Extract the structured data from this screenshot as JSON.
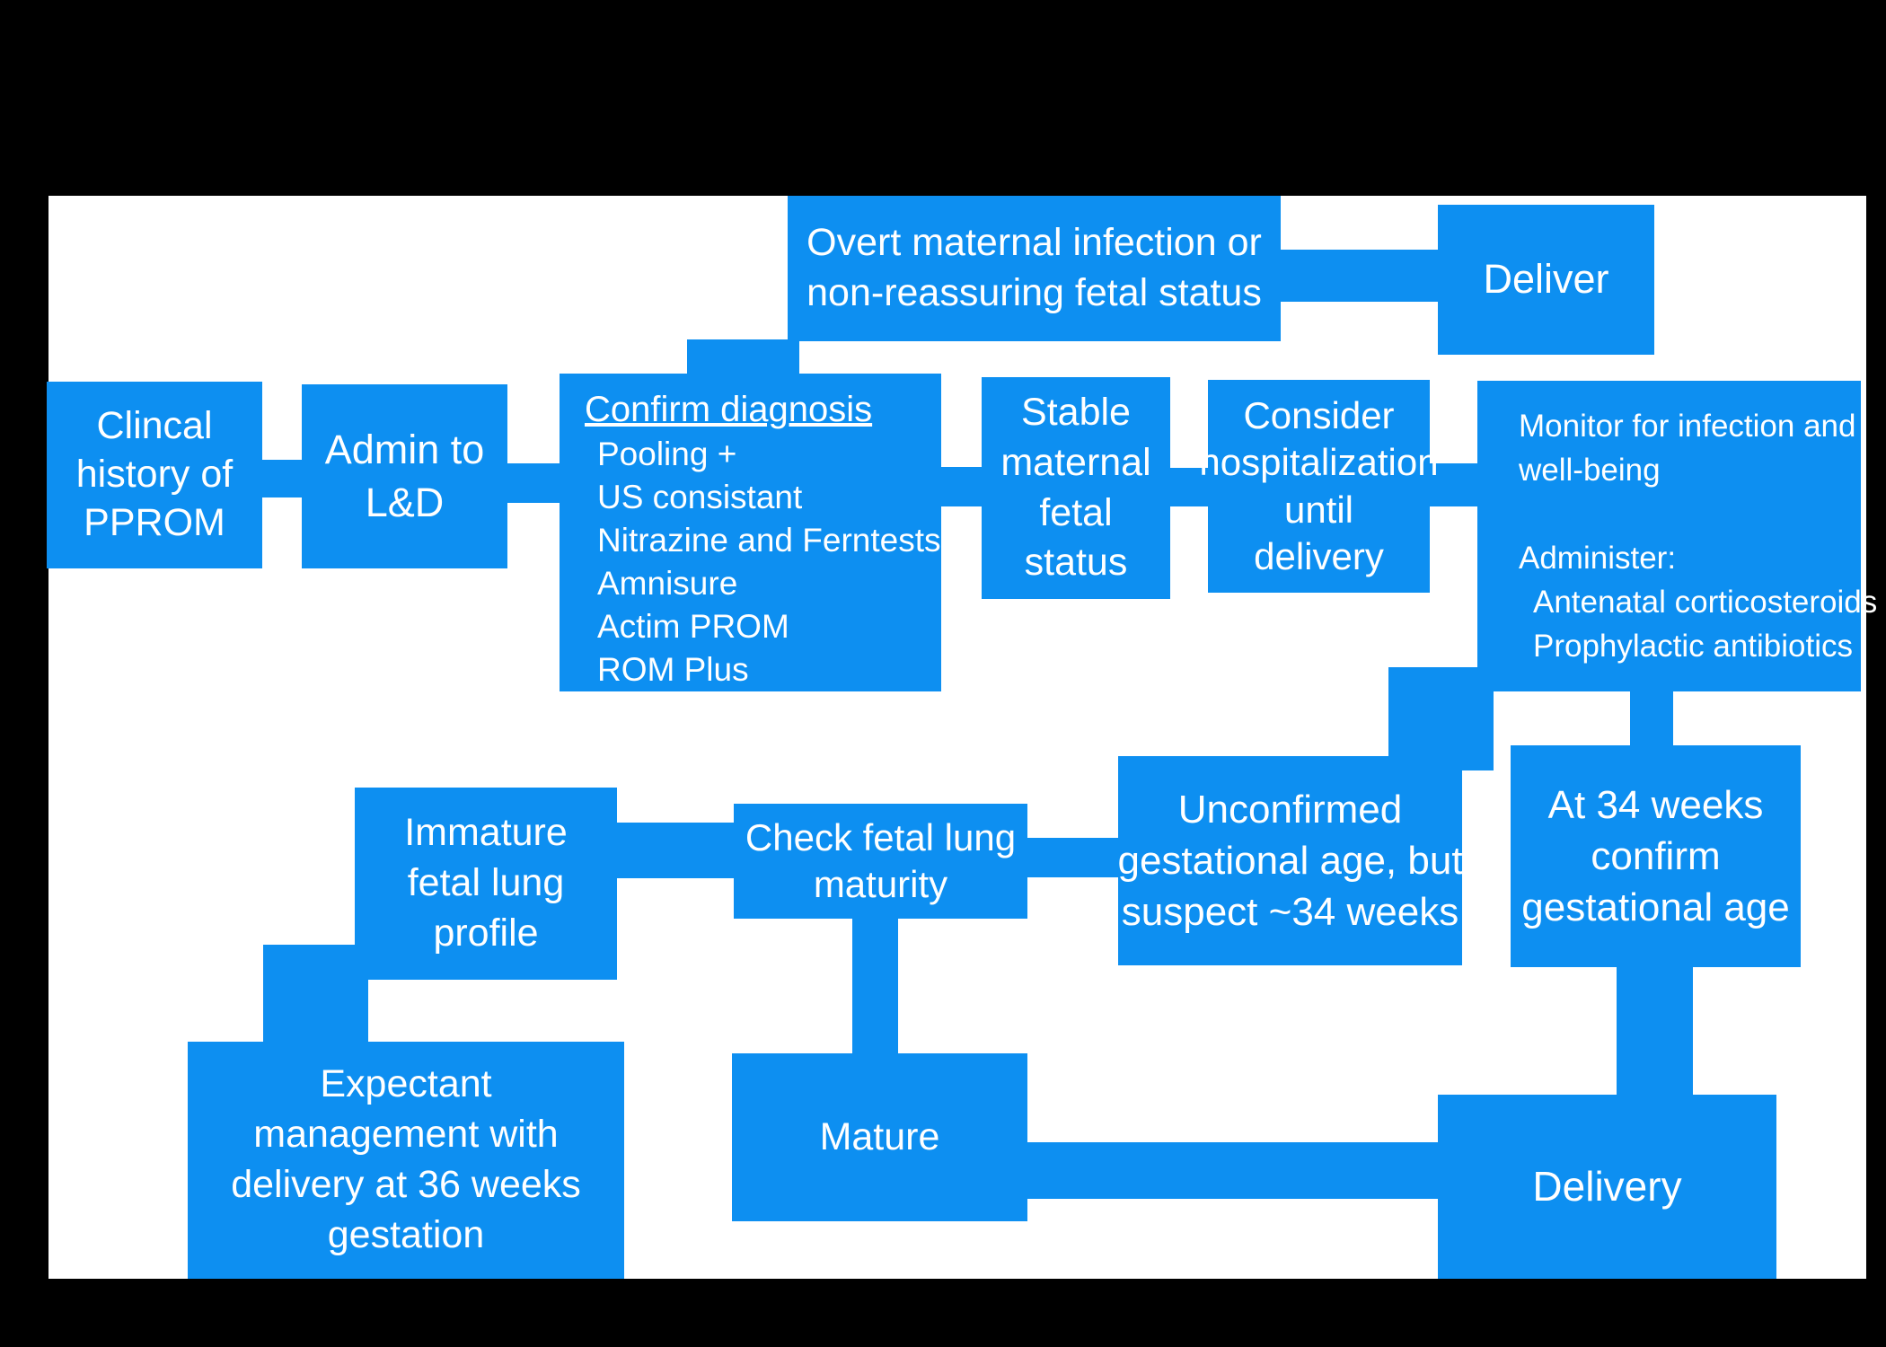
{
  "diagram": {
    "colors": {
      "background": "#000000",
      "canvas": "#ffffff",
      "box_fill": "#0d8ff1",
      "box_text": "#ffffff"
    },
    "boxes": {
      "clinical_history": {
        "lines": [
          "Clincal",
          "history of",
          "PPROM"
        ]
      },
      "admit": {
        "lines": [
          "Admin to",
          "L&D"
        ]
      },
      "confirm_diagnosis": {
        "title": "Confirm diagnosis",
        "items": [
          "Pooling +",
          "US consistant",
          "Nitrazine and Ferntests",
          "Amnisure",
          "Actim PROM",
          "ROM Plus"
        ]
      },
      "overt_infection": {
        "lines": [
          "Overt maternal infection or",
          "non-reassuring fetal status"
        ]
      },
      "deliver": {
        "label": "Deliver"
      },
      "stable_status": {
        "lines": [
          "Stable",
          "maternal",
          "fetal",
          "status"
        ]
      },
      "consider_hospitalization": {
        "lines": [
          "Consider",
          "hospitalization",
          "until",
          "delivery"
        ]
      },
      "monitor": {
        "lines": [
          "Monitor for infection and",
          "well-being",
          "",
          "Administer:",
          "Antenatal corticosteroids",
          "Prophylactic antibiotics"
        ]
      },
      "immature_lung": {
        "lines": [
          "Immature",
          "fetal lung",
          "profile"
        ]
      },
      "check_lung": {
        "lines": [
          "Check fetal lung",
          "maturity"
        ]
      },
      "unconfirmed_age": {
        "lines": [
          "Unconfirmed",
          "gestational age, but",
          "suspect ~34 weeks"
        ]
      },
      "at_34_weeks": {
        "lines": [
          "At 34 weeks",
          "confirm",
          "gestational age"
        ]
      },
      "expectant_management": {
        "lines": [
          "Expectant",
          "management with",
          "delivery at 36 weeks",
          "gestation"
        ]
      },
      "mature": {
        "label": "Mature"
      },
      "delivery": {
        "label": "Delivery"
      }
    }
  }
}
